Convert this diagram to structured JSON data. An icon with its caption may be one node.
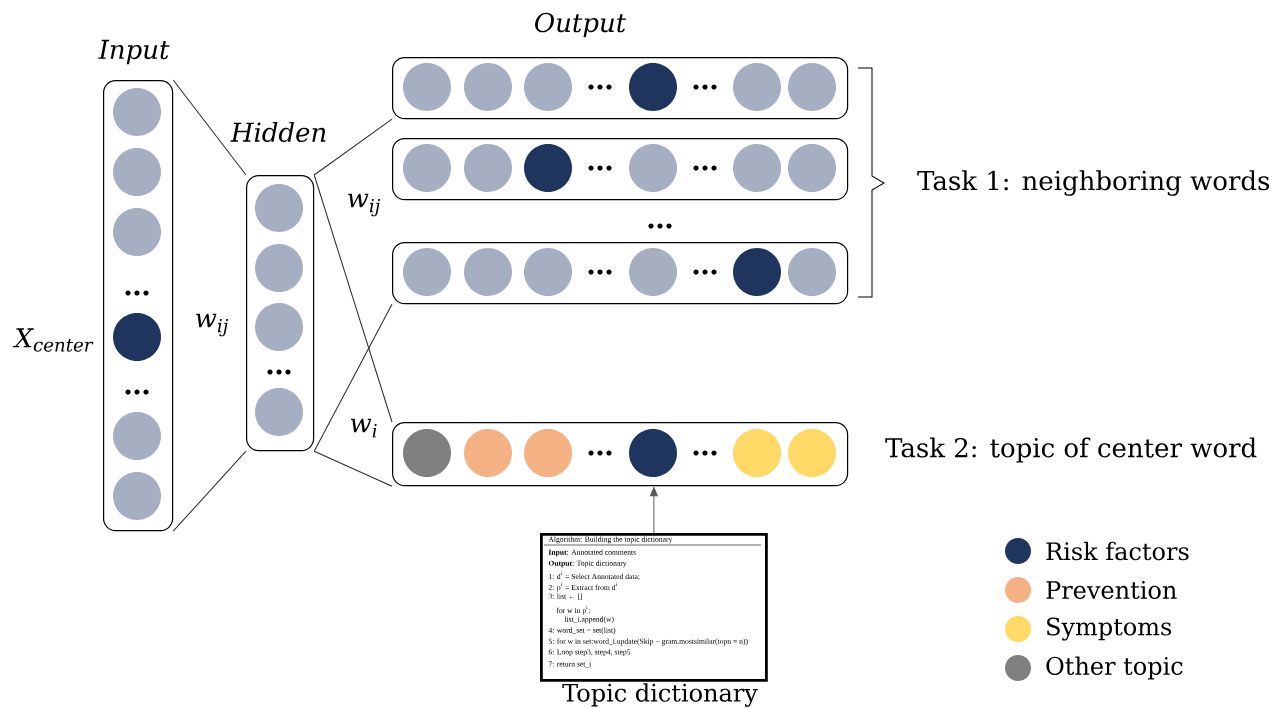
{
  "diagram": {
    "nodes": [
      {
        "text": [
          "Input"
        ]
      },
      {
        "text": [
          "Hidden"
        ]
      },
      {
        "text": [
          "Output"
        ]
      },
      {
        "text": [],
        "shape": "box"
      },
      {
        "text": [],
        "shape": "box"
      },
      {
        "text": [],
        "shape": "box",
        "beside": [
          "Task 2: topic of center word"
        ]
      },
      {
        "text": [
          "Algorithm: Building the topic dictionary",
          "**Input**: Annotated comments",
          "**Output**: Topic dictionary",
          "1: d$^{i}$ = Select Annotated data;",
          "2: p$^{i}$ = Extract from d$^{i}$",
          "3: list ← []",
          "for w in p$^{i}$:",
          "list_i.append(w)",
          "4: word_set = set(list)",
          "5: for w in set:word_i.update(Skip − gram.mostsimilar(topn = n))",
          "6: Loop step3, step4, step5",
          "7: return set_i",
          "Topic dictionary"
        ]
      }
    ],
    "edges": [
      {
        "from": 0,
        "to": 1,
        "arrow": "none"
      },
      {
        "from": 0,
        "to": 1,
        "arrow": "none"
      },
      {
        "from": 1,
        "to": 2,
        "arrow": "none"
      },
      {
        "from": 1,
        "to": 5,
        "arrow": "none"
      },
      {
        "from": 1,
        "to": 4,
        "arrow": "none"
      },
      {
        "from": 1,
        "to": 5,
        "arrow": "none"
      },
      {
        "from": 6,
        "to": 5,
        "arrow": "to",
        "color": "#595959"
      }
    ],
    "labels": [
      "X$_{center}$",
      "w$_{ij}$",
      "w$_{ij}$",
      "w$_{i}$",
      "Task 1: neighboring words"
    ],
    "legend": [
      {
        "text": "Risk factors",
        "color": "#1f355e"
      },
      {
        "text": "Prevention",
        "color": "#f4b183"
      },
      {
        "text": "Symptoms",
        "color": "#ffd966"
      },
      {
        "text": "Other topic",
        "color": "#7f7f7f"
      }
    ]
  }
}
